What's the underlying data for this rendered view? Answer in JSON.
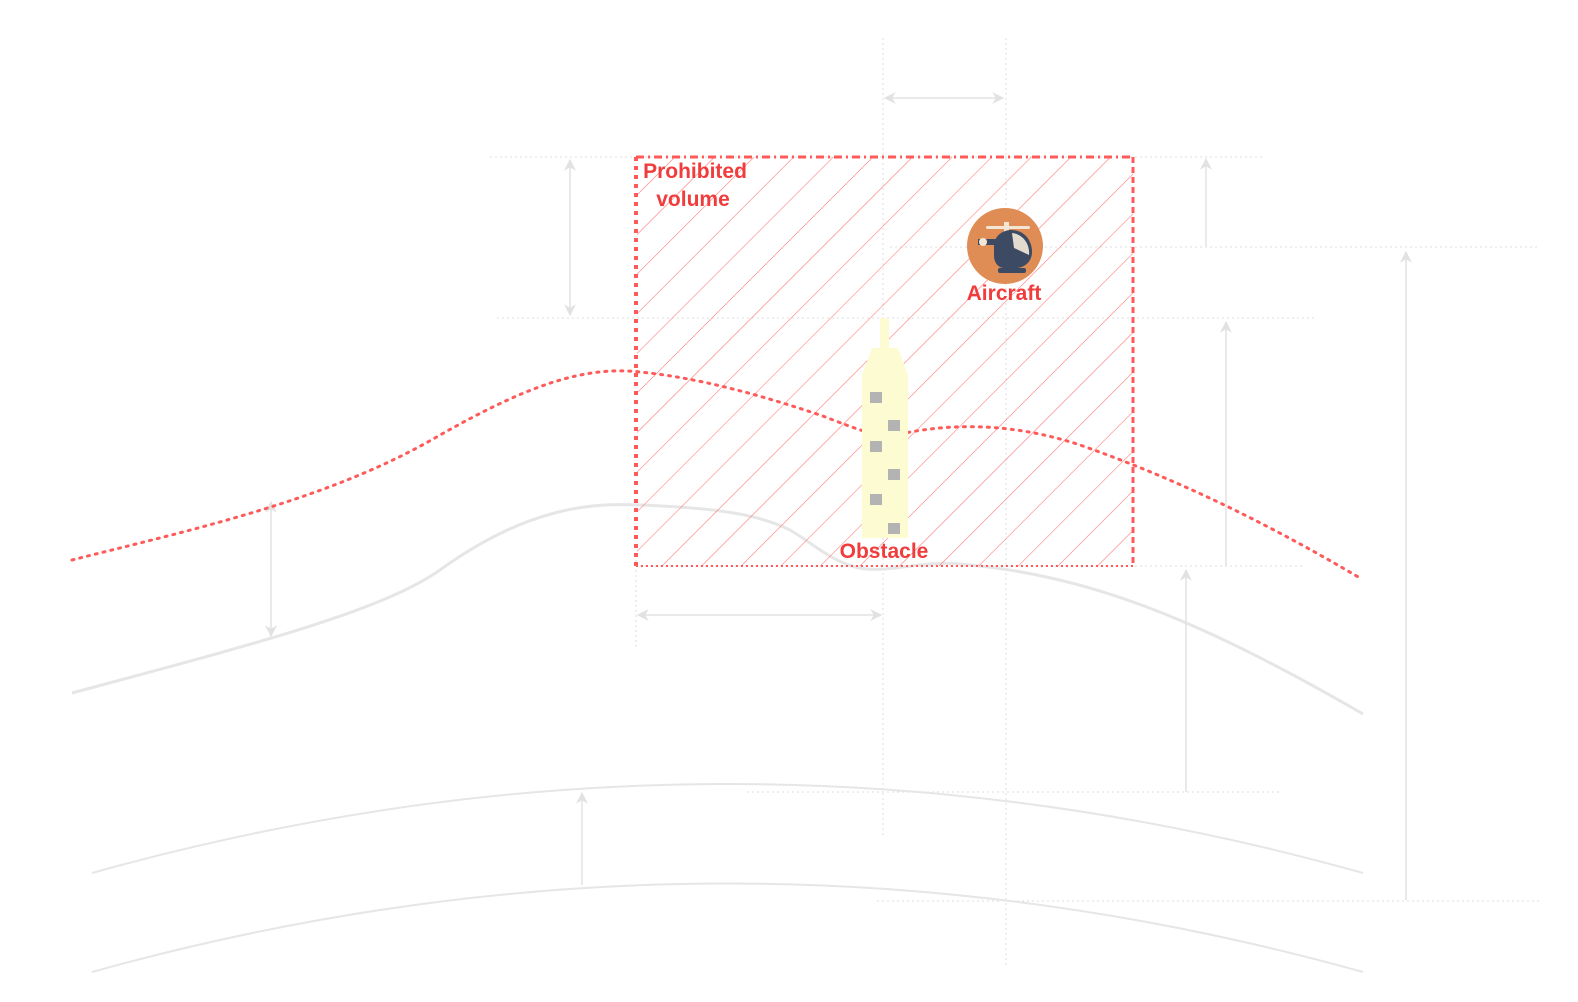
{
  "labels": {
    "prohibited_line1": "Prohibited",
    "prohibited_line2": "volume",
    "aircraft": "Aircraft",
    "obstacle": "Obstacle"
  },
  "icons": {
    "aircraft": "helicopter-icon",
    "obstacle": "building-icon"
  },
  "colors": {
    "accent": "#ff5a5a",
    "label": "#f03c3c",
    "guide": "#e6e6e6",
    "icon_circle": "#e08c55",
    "icon_body": "#3c4a64",
    "building": "#fdfbd2"
  }
}
